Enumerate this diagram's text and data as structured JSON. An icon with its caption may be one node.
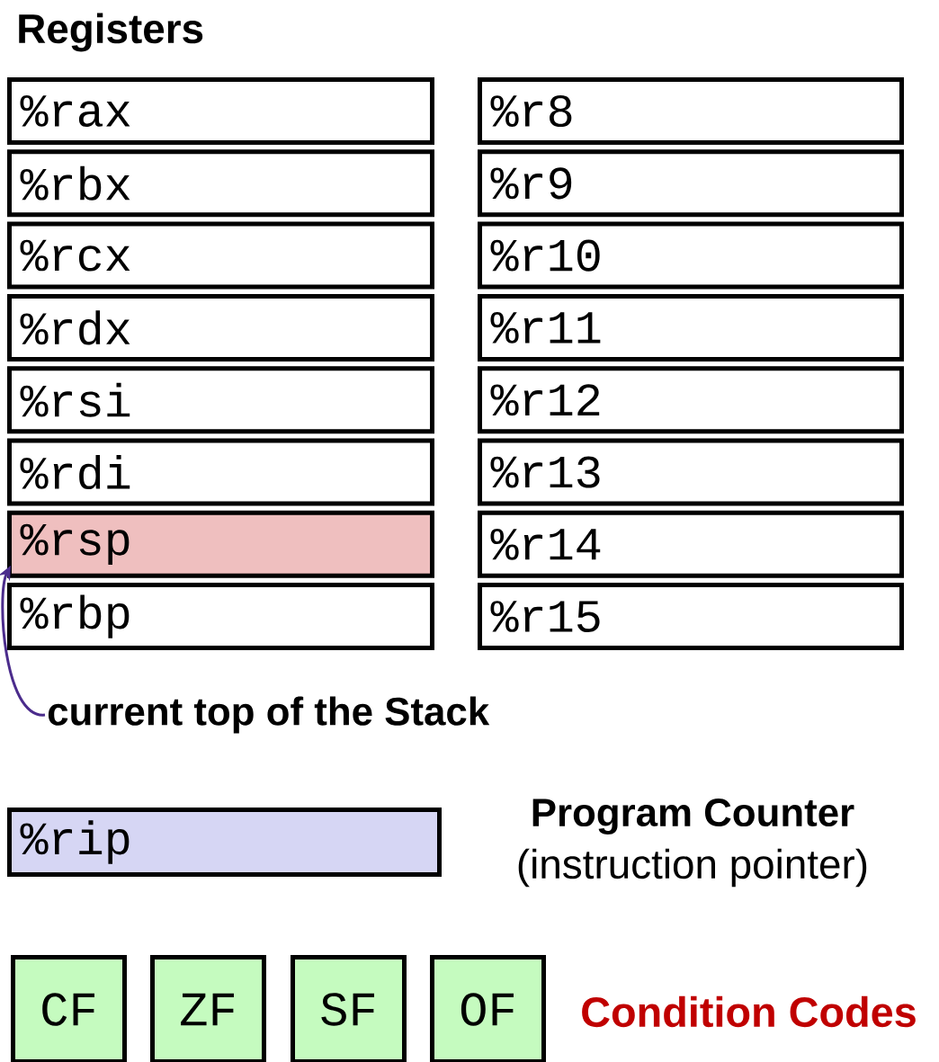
{
  "diagram": {
    "title": "Registers",
    "nodes": [
      {
        "text": [
          "%rax"
        ]
      },
      {
        "text": [
          "%rbx"
        ]
      },
      {
        "text": [
          "%rcx"
        ]
      },
      {
        "text": [
          "%rdx"
        ]
      },
      {
        "text": [
          "%rsi"
        ]
      },
      {
        "text": [
          "%rdi"
        ]
      },
      {
        "text": [
          "%rsp"
        ]
      },
      {
        "text": [
          "%rbp"
        ]
      },
      {
        "text": [
          "%r8"
        ]
      },
      {
        "text": [
          "%r9"
        ]
      },
      {
        "text": [
          "%r10"
        ]
      },
      {
        "text": [
          "%r11"
        ]
      },
      {
        "text": [
          "%r12"
        ]
      },
      {
        "text": [
          "%r13"
        ]
      },
      {
        "text": [
          "%r14"
        ]
      },
      {
        "text": [
          "%r15"
        ]
      },
      {
        "text": [
          "current top of the Stack"
        ]
      },
      {
        "text": [
          "%rip"
        ],
        "beside": [
          "Program Counter",
          "(instruction pointer)"
        ]
      },
      {
        "text": [
          "CF"
        ]
      },
      {
        "text": [
          "ZF"
        ]
      },
      {
        "text": [
          "SF"
        ]
      },
      {
        "text": [
          "OF"
        ]
      }
    ],
    "edges": [
      {
        "from": 16,
        "to": 6,
        "arrow": "to",
        "color": "#4b2c8c"
      }
    ],
    "labels": [
      "Condition Codes"
    ]
  }
}
